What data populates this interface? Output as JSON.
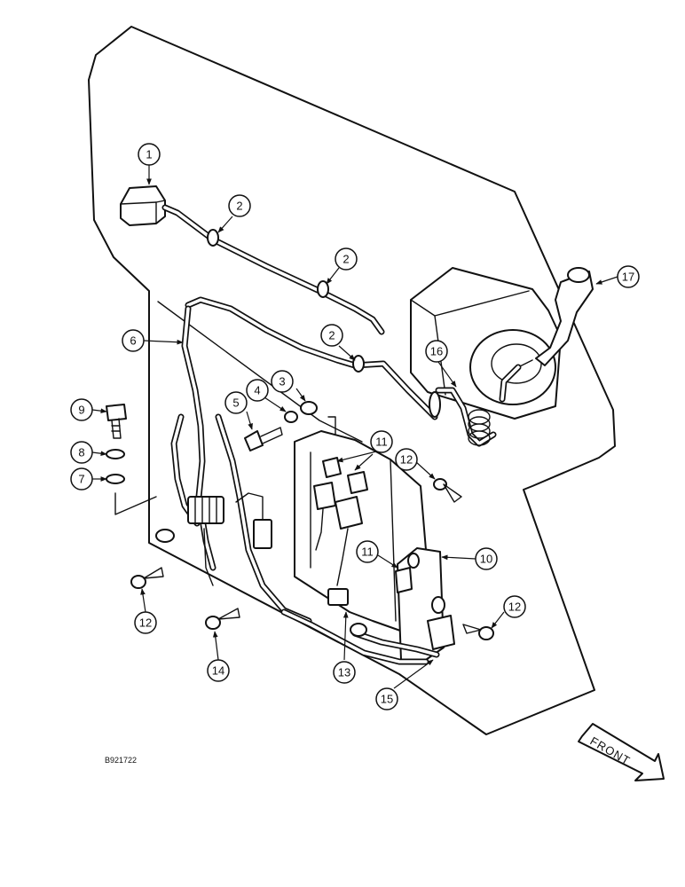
{
  "drawing_code": "B921722",
  "front_label": "FRONT",
  "callouts": [
    "1",
    "2",
    "2",
    "2",
    "3",
    "4",
    "5",
    "6",
    "7",
    "8",
    "9",
    "10",
    "11",
    "11",
    "12",
    "12",
    "12",
    "13",
    "14",
    "15",
    "16",
    "17"
  ]
}
